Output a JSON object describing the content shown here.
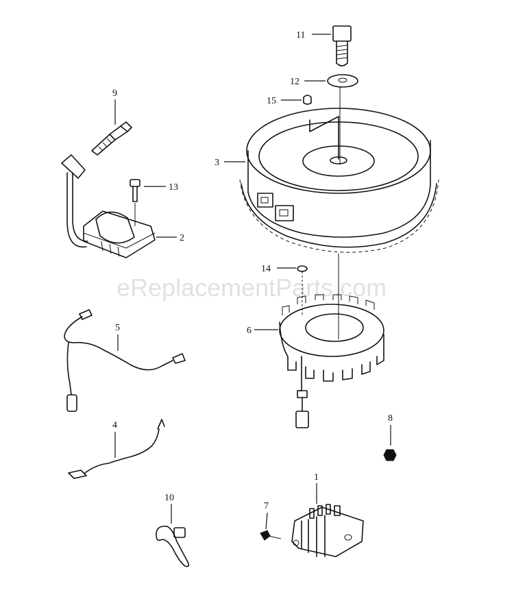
{
  "watermark": "eReplacementParts.com",
  "callouts": {
    "p1": "1",
    "p2": "2",
    "p3": "3",
    "p4": "4",
    "p5": "5",
    "p6": "6",
    "p7": "7",
    "p8": "8",
    "p9": "9",
    "p10": "10",
    "p11": "11",
    "p12": "12",
    "p13": "13",
    "p14": "14",
    "p15": "15"
  }
}
